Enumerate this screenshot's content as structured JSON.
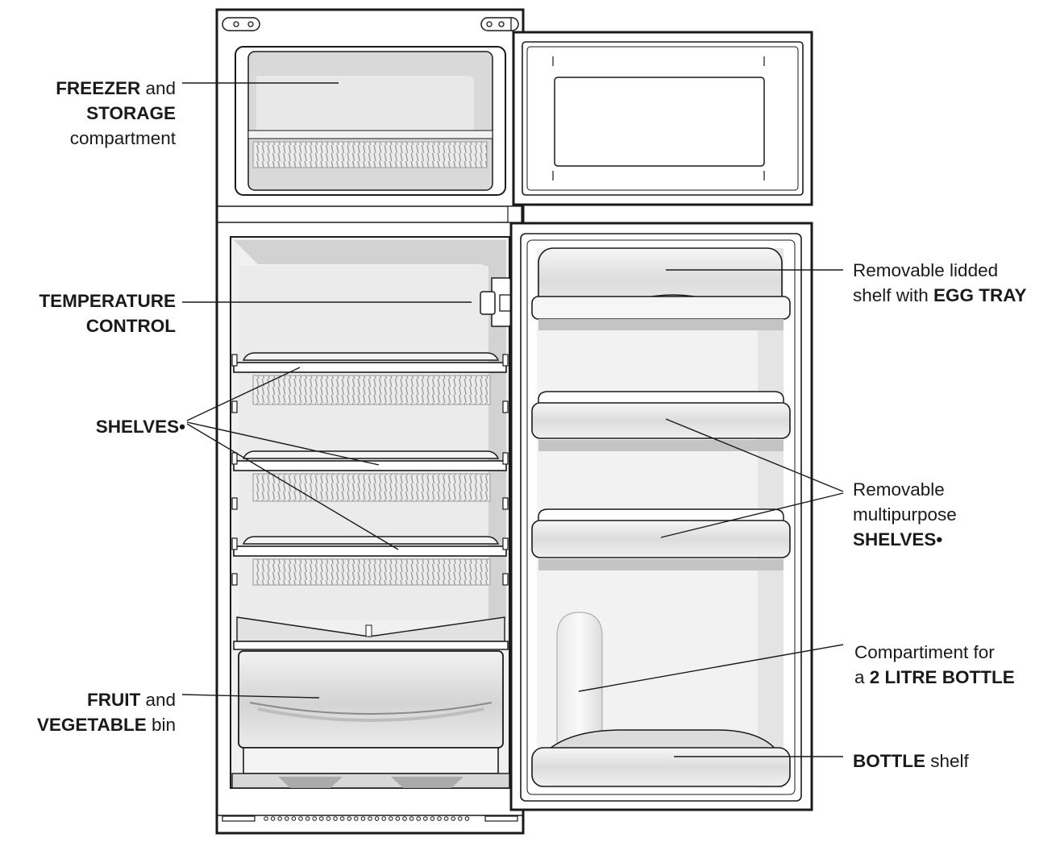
{
  "labels": {
    "freezer": {
      "l1_bold": "FREEZER",
      "l1_rest": " and",
      "l2_bold": "STORAGE",
      "l3": "compartment"
    },
    "temperature": {
      "l1_bold": "TEMPERATURE",
      "l2_bold": "CONTROL"
    },
    "shelves": {
      "l1_bold": "SHELVES•"
    },
    "fruit": {
      "l1_bold": "FRUIT",
      "l1_rest": " and",
      "l2_bold": "VEGETABLE",
      "l2_rest": " bin"
    },
    "egg": {
      "l1": "Removable lidded",
      "l2_pre": "shelf with ",
      "l2_bold": "EGG TRAY"
    },
    "multipurpose": {
      "l1": "Removable",
      "l2": "multipurpose",
      "l3_bold": "SHELVES•"
    },
    "bottle_comp": {
      "l1": "Compartiment for",
      "l2_pre": "a ",
      "l2_bold": "2 LITRE BOTTLE"
    },
    "bottle_shelf": {
      "l1_bold": "BOTTLE",
      "l1_rest": " shelf"
    }
  },
  "colors": {
    "outline": "#1a1a1a",
    "interior": "#e6e6e6",
    "shade": "#c8c8c8",
    "light": "#f4f4f4"
  }
}
